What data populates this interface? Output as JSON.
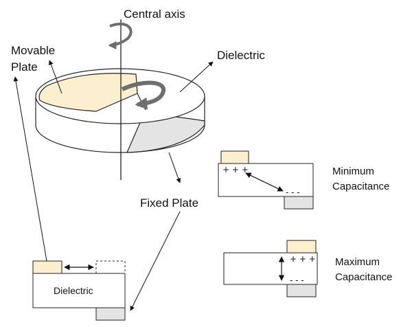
{
  "labels": {
    "central_axis": "Central axis",
    "movable_plate_line1": "Movable",
    "movable_plate_line2": "Plate",
    "dielectric_top": "Dielectric",
    "fixed_plate": "Fixed Plate",
    "minimum_line1": "Minimum",
    "minimum_line2": "Capacitance",
    "maximum_line1": "Maximum",
    "maximum_line2": "Capacitance",
    "dielectric_box": "Dielectric",
    "plus_signs": "+ + +",
    "minus_signs": "- - -"
  },
  "colors": {
    "movable_plate": "#fbefd0",
    "fixed_plate": "#e4e4e4",
    "rotation_arrow": "#6e6e6e",
    "outline": "#222222"
  },
  "icons": {
    "axis_rotation": "curved-arrow-icon",
    "plate_rotation": "curved-arrow-icon",
    "separation": "double-arrow-icon"
  }
}
